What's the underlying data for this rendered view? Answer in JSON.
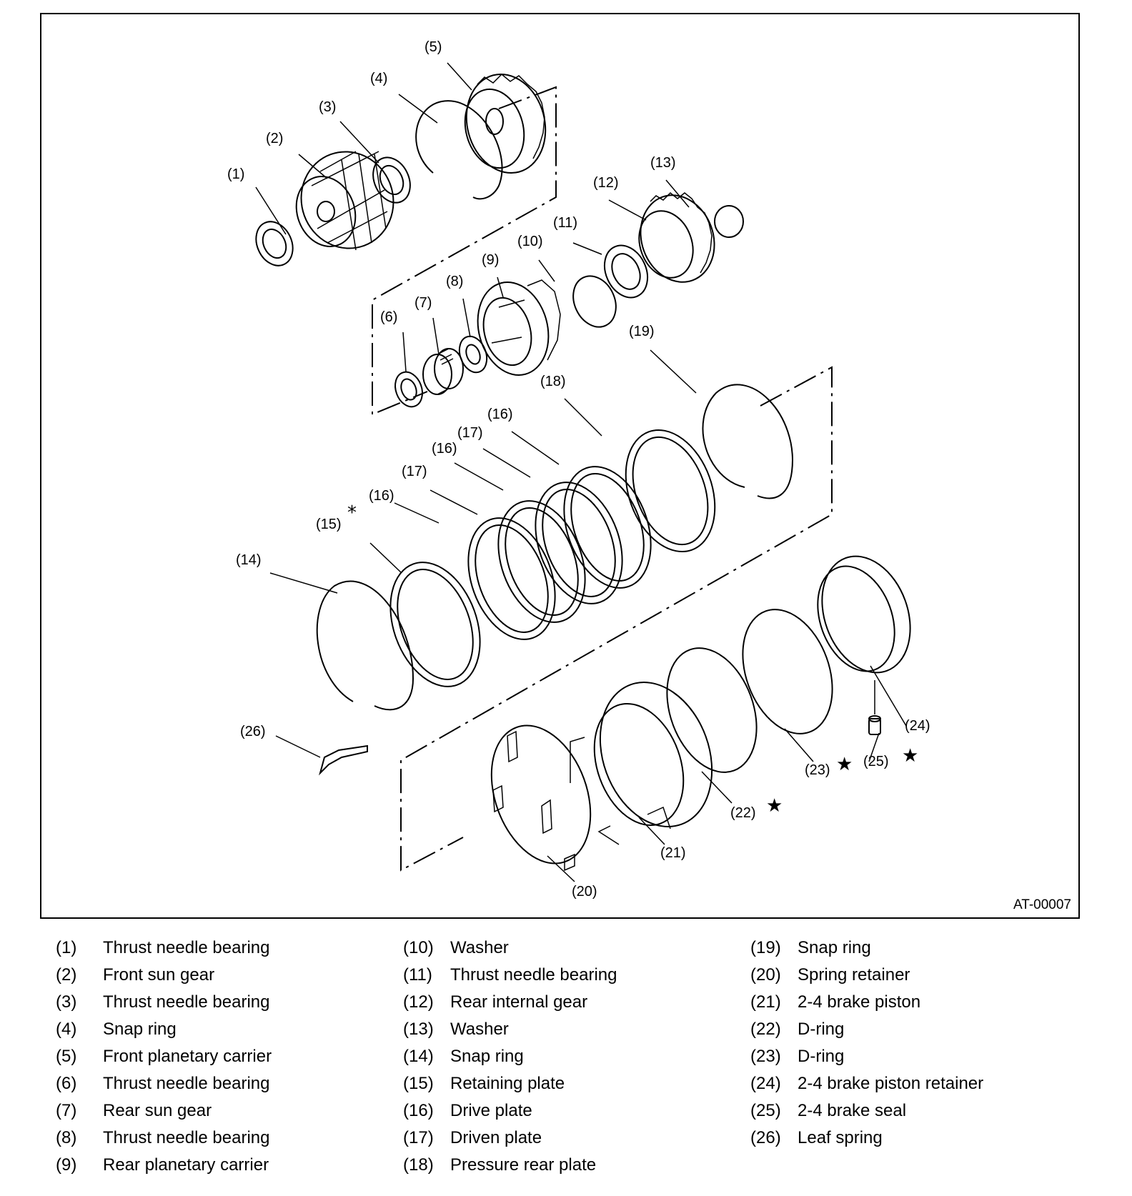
{
  "figure_code": "AT-00007",
  "callouts": [
    "(1)",
    "(2)",
    "(3)",
    "(4)",
    "(5)",
    "(6)",
    "(7)",
    "(8)",
    "(9)",
    "(10)",
    "(11)",
    "(12)",
    "(13)",
    "(14)",
    "(15)",
    "(16)",
    "(16)",
    "(16)",
    "(17)",
    "(17)",
    "(18)",
    "(19)",
    "(20)",
    "(21)",
    "(22)",
    "(23)",
    "(24)",
    "(25)",
    "(26)"
  ],
  "marks": {
    "asterisk": "*",
    "star": "★"
  },
  "legend": [
    [
      {
        "num": "(1)",
        "label": "Thrust needle bearing"
      },
      {
        "num": "(2)",
        "label": "Front sun gear"
      },
      {
        "num": "(3)",
        "label": "Thrust needle bearing"
      },
      {
        "num": "(4)",
        "label": "Snap ring"
      },
      {
        "num": "(5)",
        "label": "Front planetary carrier"
      },
      {
        "num": "(6)",
        "label": "Thrust needle bearing"
      },
      {
        "num": "(7)",
        "label": "Rear sun gear"
      },
      {
        "num": "(8)",
        "label": "Thrust needle bearing"
      },
      {
        "num": "(9)",
        "label": "Rear planetary carrier"
      }
    ],
    [
      {
        "num": "(10)",
        "label": "Washer"
      },
      {
        "num": "(11)",
        "label": "Thrust needle bearing"
      },
      {
        "num": "(12)",
        "label": "Rear internal gear"
      },
      {
        "num": "(13)",
        "label": "Washer"
      },
      {
        "num": "(14)",
        "label": "Snap ring"
      },
      {
        "num": "(15)",
        "label": "Retaining plate"
      },
      {
        "num": "(16)",
        "label": "Drive plate"
      },
      {
        "num": "(17)",
        "label": "Driven plate"
      },
      {
        "num": "(18)",
        "label": "Pressure rear plate"
      }
    ],
    [
      {
        "num": "(19)",
        "label": "Snap ring"
      },
      {
        "num": "(20)",
        "label": "Spring retainer"
      },
      {
        "num": "(21)",
        "label": "2-4 brake piston"
      },
      {
        "num": "(22)",
        "label": "D-ring"
      },
      {
        "num": "(23)",
        "label": "D-ring"
      },
      {
        "num": "(24)",
        "label": "2-4 brake piston retainer"
      },
      {
        "num": "(25)",
        "label": "2-4 brake seal"
      },
      {
        "num": "(26)",
        "label": "Leaf spring"
      }
    ]
  ]
}
